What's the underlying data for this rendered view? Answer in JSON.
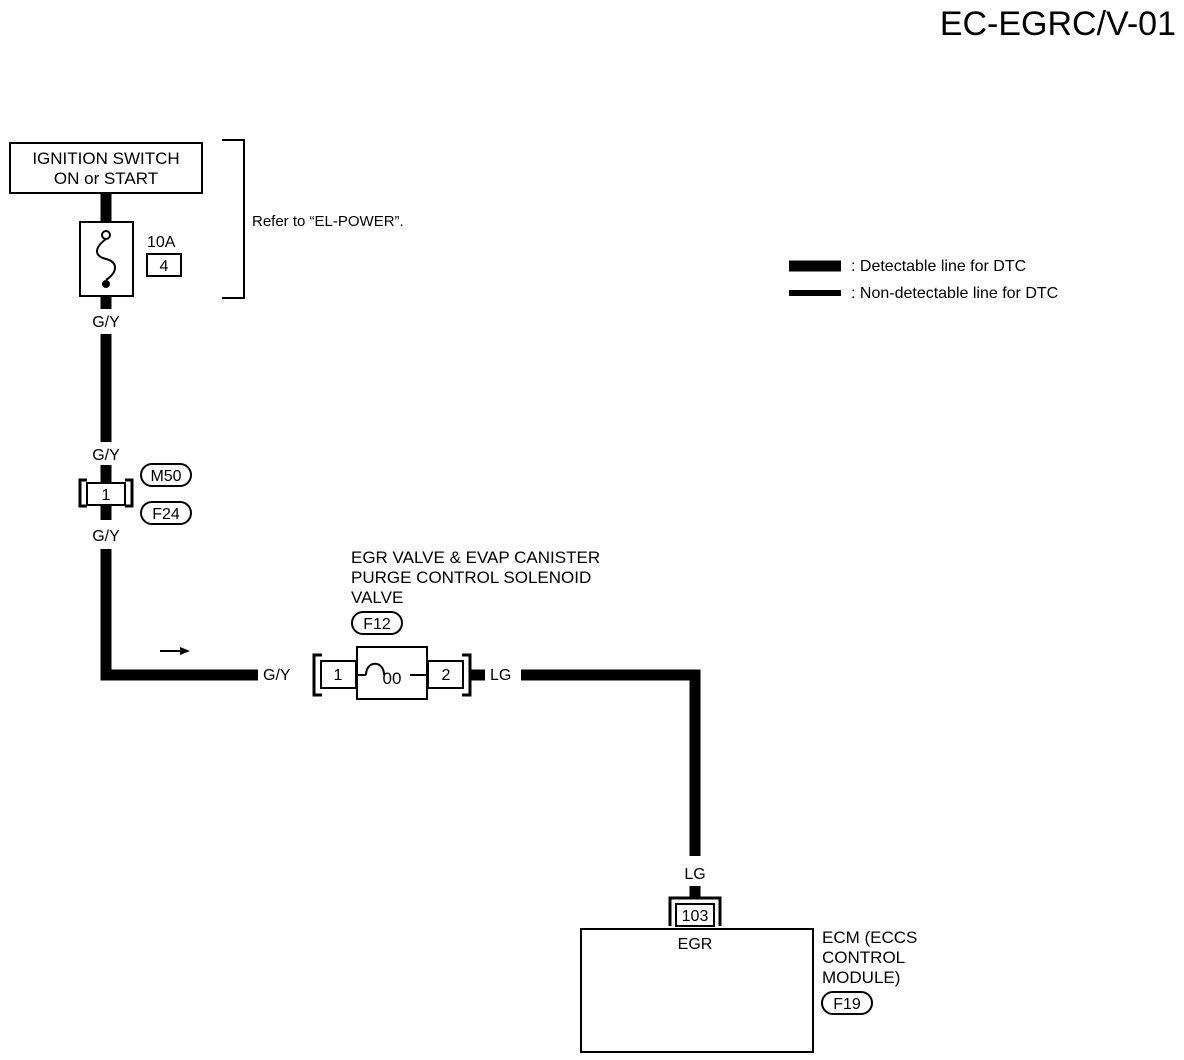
{
  "page_id": "EC-EGRC/V-01",
  "ignition": {
    "line1": "IGNITION SWITCH",
    "line2": "ON or START"
  },
  "fuse": {
    "rating": "10A",
    "number": "4"
  },
  "refer_note": "Refer to “EL-POWER”.",
  "legend": {
    "detectable": ": Detectable line for DTC",
    "non_detectable": ": Non-detectable line for DTC"
  },
  "wires": {
    "gy_fuse_out": "G/Y",
    "gy_connector_in": "G/Y",
    "gy_connector_out": "G/Y",
    "gy_valve_in": "G/Y",
    "lg_valve_out": "LG",
    "lg_ecm_in": "LG"
  },
  "joint_connector": {
    "terminal": "1",
    "codes": [
      "M50",
      "F24"
    ]
  },
  "valve": {
    "name_lines": [
      "EGR VALVE & EVAP CANISTER",
      "PURGE CONTROL SOLENOID",
      "VALVE"
    ],
    "connector": "F12",
    "terminal_left": "1",
    "terminal_right": "2",
    "coil_symbol": "00"
  },
  "ecm": {
    "terminal": "103",
    "terminal_label": "EGR",
    "name_lines": [
      "ECM (ECCS",
      "CONTROL",
      "MODULE)"
    ],
    "connector": "F19"
  }
}
